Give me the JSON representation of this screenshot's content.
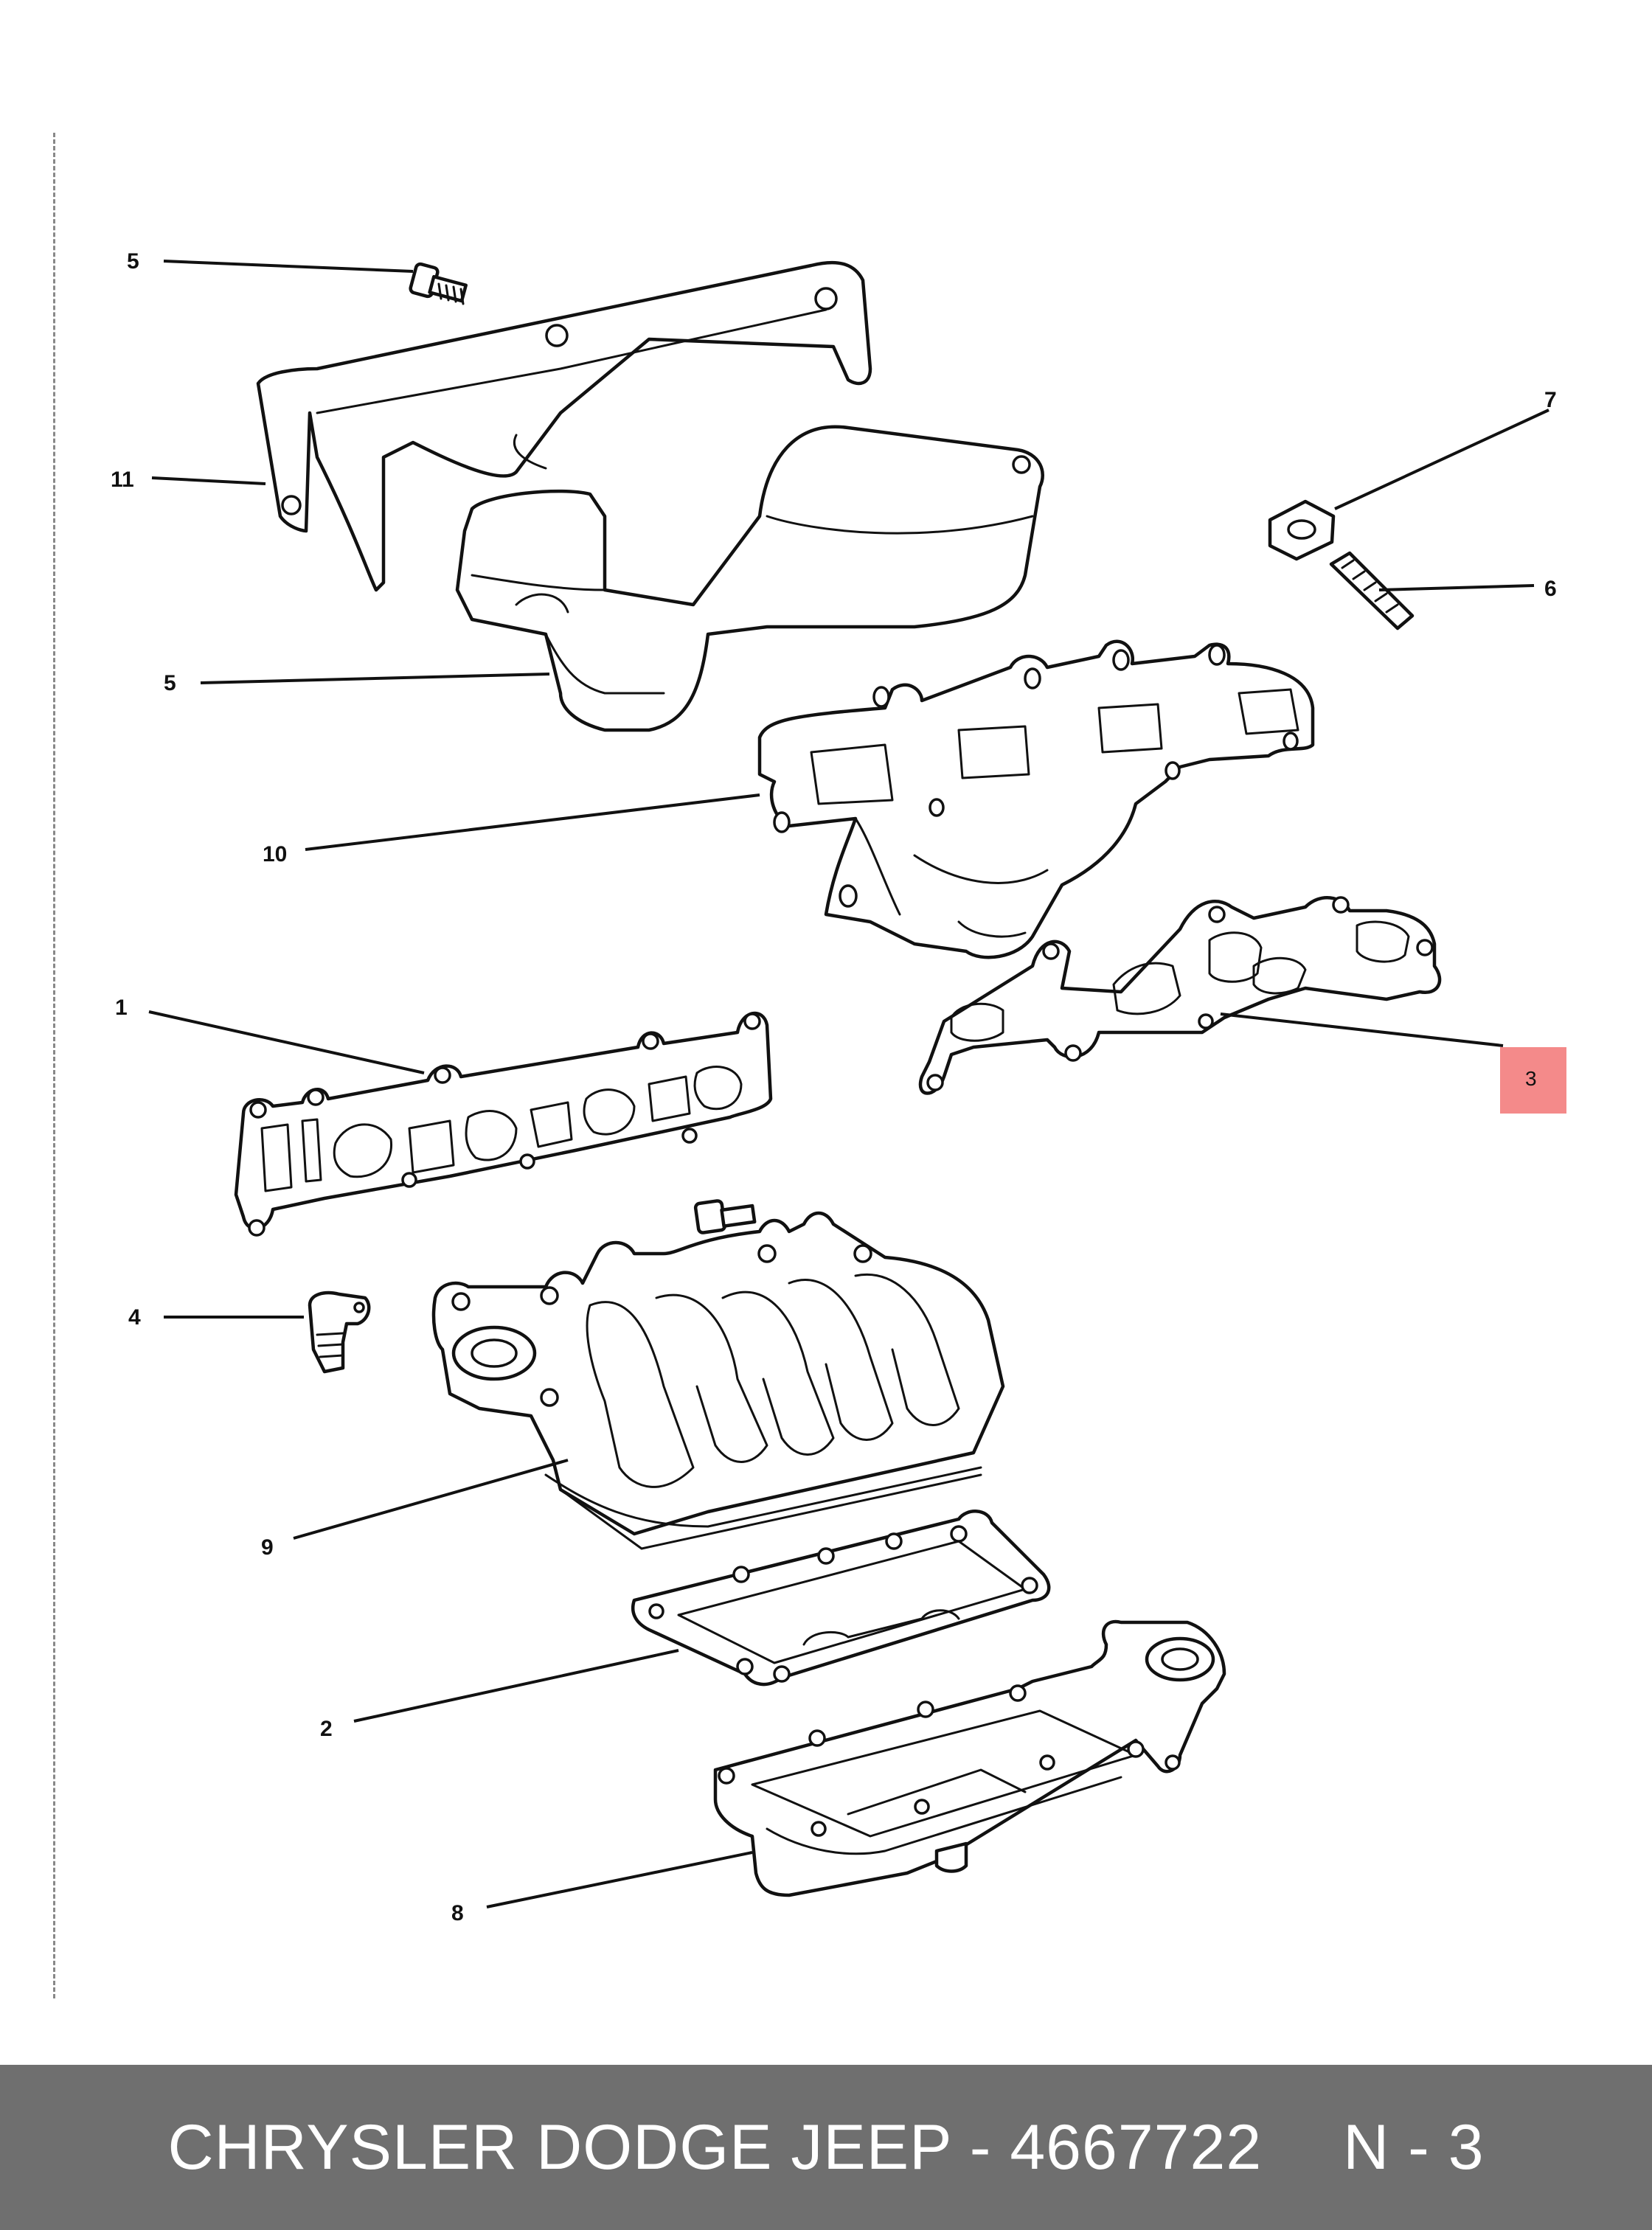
{
  "diagram": {
    "callouts": {
      "c1": "1",
      "c2": "2",
      "c3": "3",
      "c4": "4",
      "c5a": "5",
      "c5b": "5",
      "c6": "6",
      "c7": "7",
      "c8": "8",
      "c9": "9",
      "c10": "10",
      "c11": "11"
    },
    "highlighted_callout": "3",
    "highlight_color": "#f48a8a"
  },
  "footer": {
    "title": "CHRYSLER DODGE JEEP - 4667722",
    "ref": "N - 3",
    "background": "#6f6f6f"
  }
}
